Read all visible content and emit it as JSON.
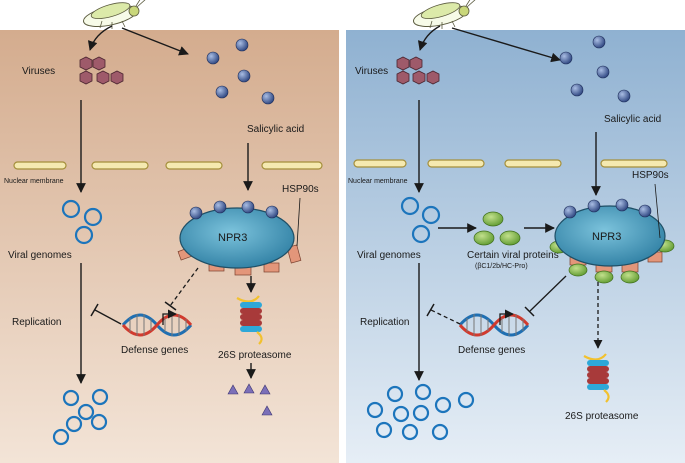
{
  "left_panel": {
    "viruses": "Viruses",
    "salicylic_acid": "Salicylic acid",
    "nuclear_membrane": "Nuclear membrane",
    "hsp90s": "HSP90s",
    "npr3": "NPR3",
    "viral_genomes": "Viral genomes",
    "replication": "Replication",
    "defense_genes": "Defense genes",
    "proteasome": "26S proteasome"
  },
  "right_panel": {
    "viruses": "Viruses",
    "salicylic_acid": "Salicylic acid",
    "nuclear_membrane": "Nuclear membrane",
    "hsp90s": "HSP90s",
    "npr3": "NPR3",
    "viral_genomes": "Viral genomes",
    "viral_proteins": "Certain viral proteins",
    "viral_proteins_sub": "(βC1/2b/HC-Pro)",
    "replication": "Replication",
    "defense_genes": "Defense genes",
    "proteasome": "26S proteasome"
  },
  "colors": {
    "left_bg_top": "#d4ac8e",
    "left_bg_bottom": "#f3e4d7",
    "right_bg_top": "#8fb1d1",
    "right_bg_bottom": "#e6eef6",
    "npr3_fill": "#4b9fbf",
    "genome_ring": "#1c75bc",
    "sa_ball": "#3f5a9c",
    "hsp90": "#e3967a",
    "viral_protein": "#8cc152",
    "dna_red": "#d13a2e",
    "dna_blue": "#1f6fb2",
    "peptide": "#7b6fb8"
  }
}
